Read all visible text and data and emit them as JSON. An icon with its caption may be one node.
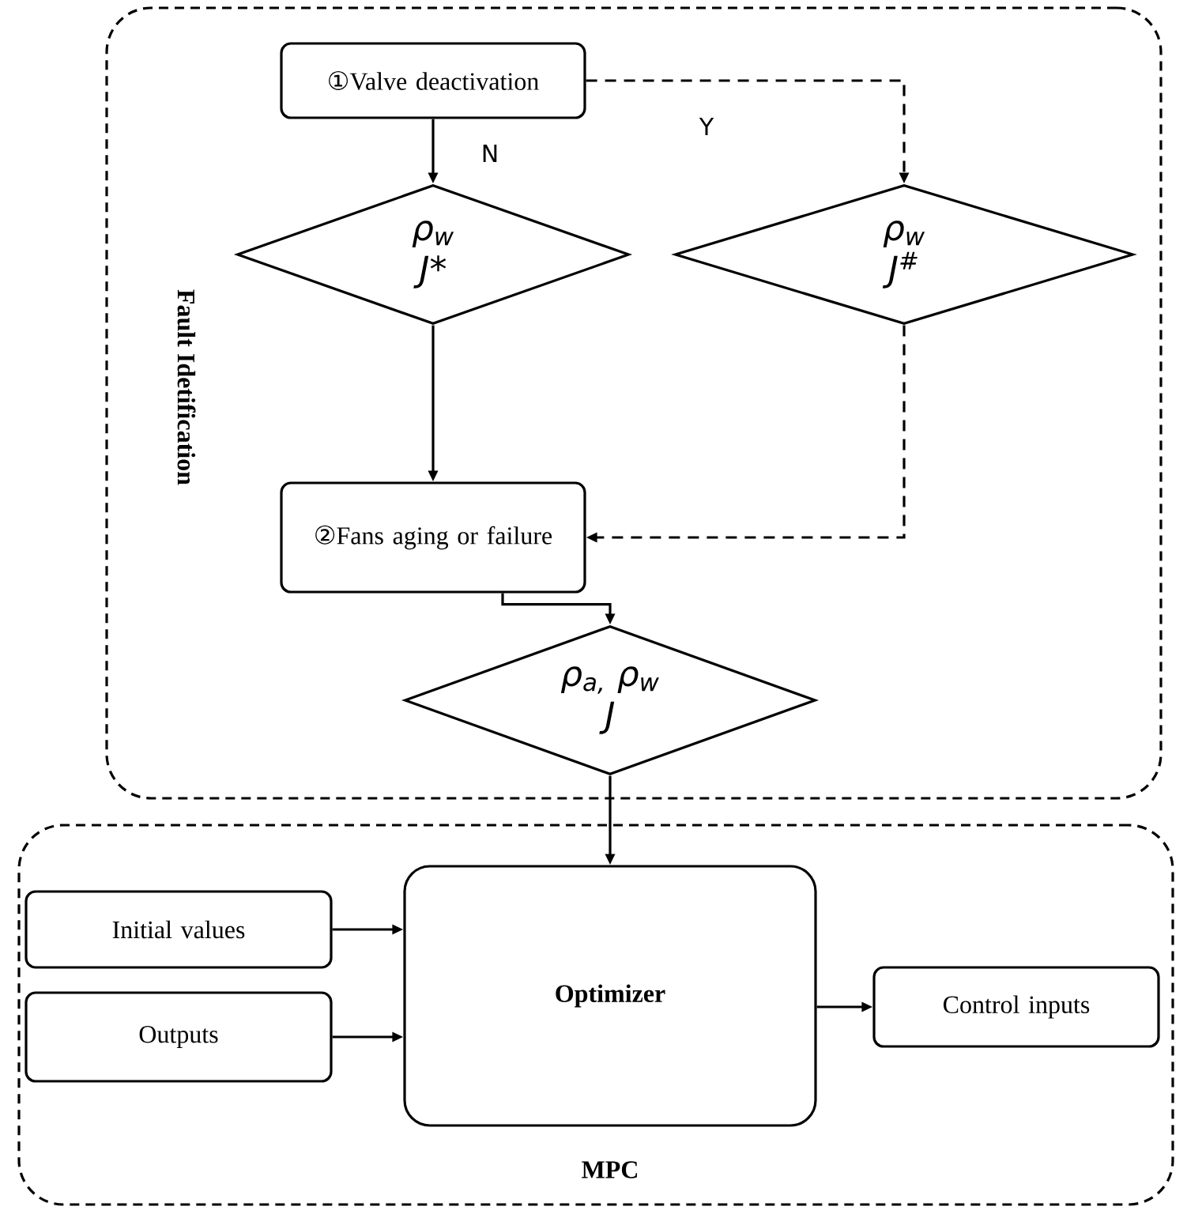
{
  "diagram": {
    "nodes": [
      {
        "text": [
          "Fault Idetification"
        ]
      },
      {
        "text": [
          "①Valve deactivation"
        ],
        "in": 0
      },
      {
        "text": [
          "ρ$_{w}$",
          "J*"
        ],
        "in": 0
      },
      {
        "text": [
          "ρ$_{w}$",
          "J$^{#}$"
        ],
        "in": 0
      },
      {
        "text": [
          "②Fans aging or failure"
        ],
        "in": 0
      },
      {
        "text": [
          "ρ$_{a,}$ ρ$_{w}$",
          "J"
        ],
        "in": 0
      },
      {
        "text": [
          "MPC"
        ]
      },
      {
        "text": [
          "Initial values"
        ],
        "in": 6
      },
      {
        "text": [
          "Outputs"
        ],
        "in": 6
      },
      {
        "text": [
          "Optimizer"
        ],
        "in": 6
      },
      {
        "text": [
          "Control inputs"
        ],
        "in": 6
      }
    ],
    "edges": [
      {
        "from": 1,
        "to": 2,
        "arrow": "to",
        "label": "N"
      },
      {
        "from": 1,
        "to": 3,
        "arrow": "to",
        "label": "Y",
        "style": "dashed"
      },
      {
        "from": 2,
        "to": 4,
        "arrow": "to"
      },
      {
        "from": 3,
        "to": 4,
        "arrow": "to",
        "style": "dashed"
      },
      {
        "from": 4,
        "to": 5,
        "arrow": "to"
      },
      {
        "from": 5,
        "to": 9,
        "arrow": "to"
      },
      {
        "from": 7,
        "to": 9,
        "arrow": "to"
      },
      {
        "from": 8,
        "to": 9,
        "arrow": "to"
      },
      {
        "from": 9,
        "to": 10,
        "arrow": "to"
      }
    ]
  }
}
